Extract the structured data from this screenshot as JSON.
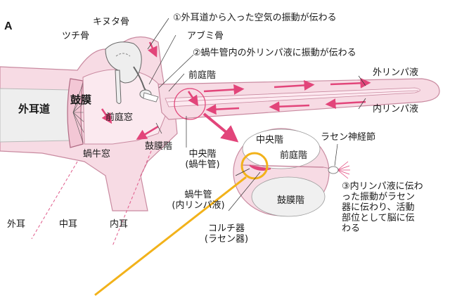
{
  "panel_letter": "A",
  "steps": {
    "step1": "①外耳道から入った空気の振動が伝わる",
    "step2": "②蝸牛管内の外リンパ液に振動が伝わる",
    "step3_line1": "③内リンパ液に伝わ",
    "step3_line2": "った振動がラセン",
    "step3_line3": "器に伝わり、活動",
    "step3_line4": "部位として脳に伝",
    "step3_line5": "わる"
  },
  "labels": {
    "incus": "キヌタ骨",
    "malleus": "ツチ骨",
    "stapes": "アブミ骨",
    "scala_vestibuli": "前庭階",
    "perilymph": "外リンパ液",
    "endolymph": "内リンパ液",
    "external_auditory_canal": "外耳道",
    "eardrum": "鼓膜",
    "oval_window": "前庭窓",
    "round_window": "蝸牛窓",
    "scala_tympani": "鼓膜階",
    "scala_media_line1": "中央階",
    "scala_media_line2": "(蝸牛管)",
    "cochlear_duct_line1": "蝸牛管",
    "cochlear_duct_line2": "(内リンパ液)",
    "outer_ear": "外耳",
    "middle_ear": "中耳",
    "inner_ear": "内耳",
    "cs_scala_media": "中央階",
    "cs_scala_vestibuli": "前庭階",
    "cs_scala_tympani": "鼓膜階",
    "spiral_ganglion": "ラセン神経節",
    "organ_of_corti_line1": "コルチ器",
    "organ_of_corti_line2": "(ラセン器)"
  },
  "colors": {
    "tissue_pink": "#f7dbe4",
    "tissue_outline": "#c98aa0",
    "arrow_magenta": "#e2457a",
    "pointer_yellow": "#f2b21a",
    "dashed_pink": "#e05a8a",
    "bone_gray": "#e8e8e8"
  }
}
